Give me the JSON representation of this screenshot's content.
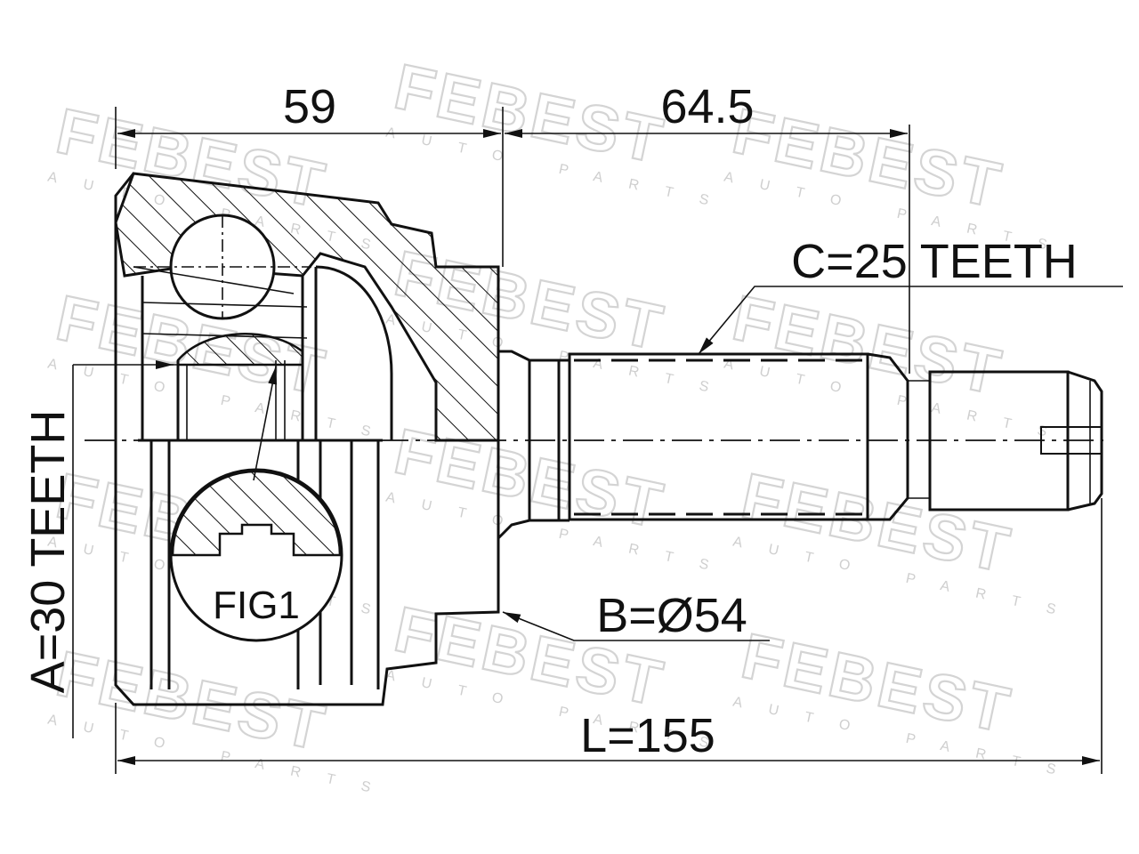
{
  "watermark": {
    "brand": "FEBEST",
    "sub": "AUTO PARTS"
  },
  "dimensions": {
    "top_left": "59",
    "top_right": "64.5",
    "spline_c": "C=25 TEETH",
    "spline_a": "A=30 TEETH",
    "diameter_b": "B=Ø54",
    "length_l": "L=155"
  },
  "figure_label": "FIG1",
  "colors": {
    "line": "#111111",
    "watermark": "#d4d4d4"
  }
}
